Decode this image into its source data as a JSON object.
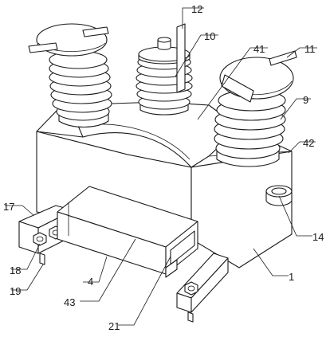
{
  "callouts": [
    {
      "key": "c12",
      "text": "12"
    },
    {
      "key": "c10",
      "text": "10"
    },
    {
      "key": "c41",
      "text": "41"
    },
    {
      "key": "c11",
      "text": "11"
    },
    {
      "key": "c9",
      "text": "9"
    },
    {
      "key": "c42",
      "text": "42"
    },
    {
      "key": "c17",
      "text": "17"
    },
    {
      "key": "c14",
      "text": "14"
    },
    {
      "key": "c1",
      "text": "1"
    },
    {
      "key": "c18",
      "text": "18"
    },
    {
      "key": "c19",
      "text": "19"
    },
    {
      "key": "c4",
      "text": "4"
    },
    {
      "key": "c43",
      "text": "43"
    },
    {
      "key": "c21",
      "text": "21"
    }
  ]
}
